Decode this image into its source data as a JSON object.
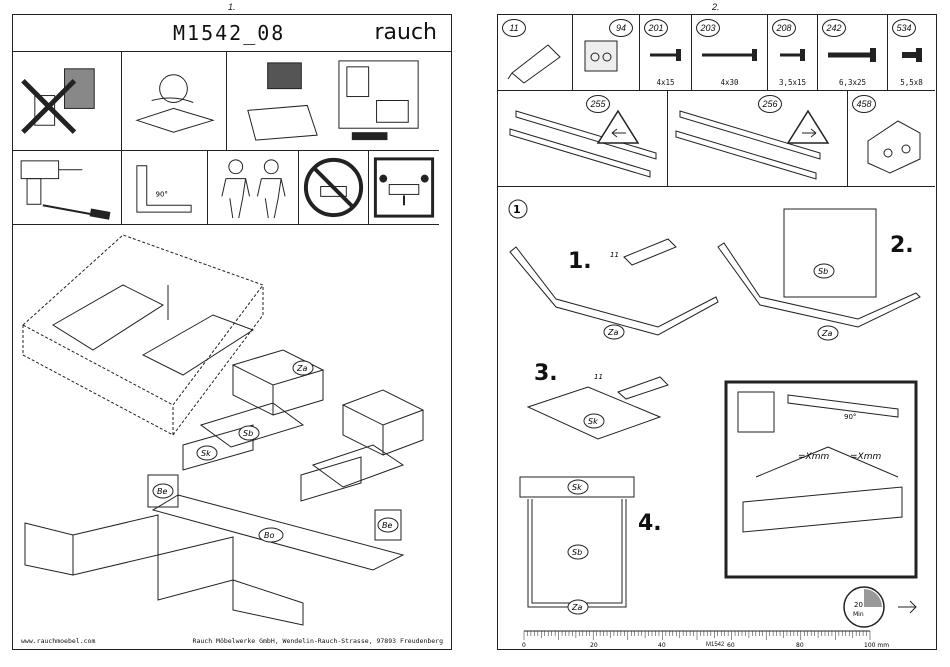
{
  "page1": {
    "page_number": "1.",
    "model": "M1542_08",
    "brand": "rauch",
    "website": "www.rauchmoebel.com",
    "company": "Rauch Möbelwerke GmbH, Wendelin-Rauch-Strasse, 97893 Freudenberg",
    "angle_label": "90°",
    "parts": {
      "za": "Za",
      "sb": "Sb",
      "sk": "Sk",
      "be": "Be",
      "bo": "Bo"
    }
  },
  "page2": {
    "page_number": "2.",
    "hardware": [
      {
        "num": "11",
        "size": ""
      },
      {
        "num": "94",
        "size": ""
      },
      {
        "num": "201",
        "size": "4x15"
      },
      {
        "num": "203",
        "size": "4x30"
      },
      {
        "num": "208",
        "size": "3,5x15"
      },
      {
        "num": "242",
        "size": "6,3x25"
      },
      {
        "num": "534",
        "size": "5,5x8"
      }
    ],
    "rails": [
      {
        "num": "255"
      },
      {
        "num": "256"
      },
      {
        "num": "458"
      }
    ],
    "section_number": "1",
    "steps": [
      "1.",
      "2.",
      "3.",
      "4."
    ],
    "glue_label": "11",
    "measure_label": "=Xmm",
    "angle_label": "90°",
    "timer_value": "20",
    "timer_unit": "Min",
    "ruler": {
      "ticks": [
        "0",
        "20",
        "40",
        "60",
        "80",
        "100 mm"
      ],
      "model": "M1542"
    }
  }
}
